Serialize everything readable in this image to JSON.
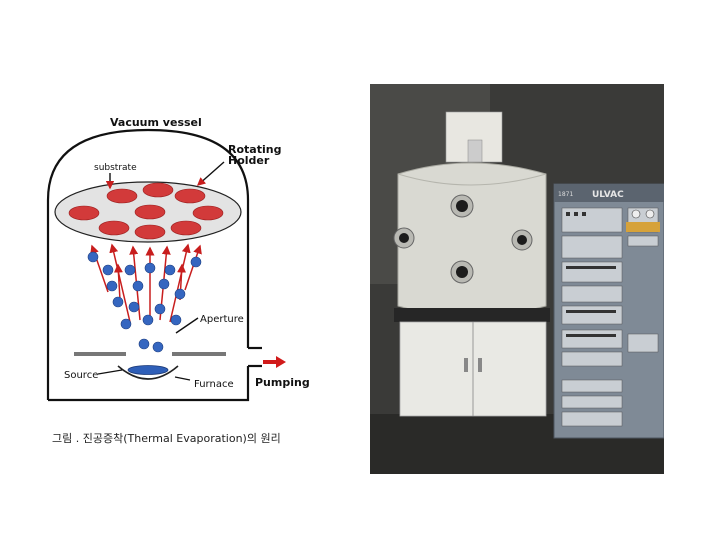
{
  "diagram": {
    "labels": {
      "vacuum_vessel": "Vacuum vessel",
      "rotating_holder_1": "Rotating",
      "rotating_holder_2": "Holder",
      "substrate": "substrate",
      "aperture": "Aperture",
      "source": "Source",
      "furnace": "Furnace",
      "pumping": "Pumping"
    },
    "caption": "그림 . 진공증착(Thermal Evaporation)의 원리",
    "colors": {
      "substrate": "#d23a3a",
      "holder": "#e3e3e3",
      "particle": "#3566c0",
      "arrow": "#c81e1e",
      "pump_arrow": "#d11a1a"
    }
  },
  "photo": {
    "brand_label": "ULVAC",
    "model_tag": "1871",
    "colors": {
      "chamber": "#d9d9d2",
      "cabinet": "#e9e9e4",
      "rack": "#7f8a96"
    }
  }
}
